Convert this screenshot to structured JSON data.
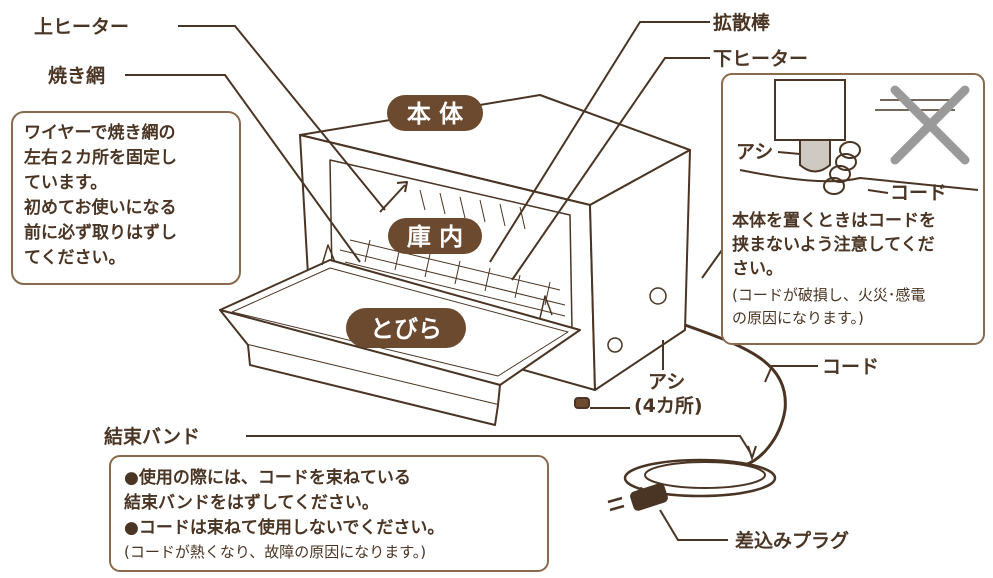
{
  "labels": {
    "upper_heater": "上ヒーター",
    "grill_rack": "焼き網",
    "diffuser_rod": "拡散棒",
    "lower_heater": "下ヒーター",
    "main_body": "本 体",
    "interior": "庫 内",
    "door": "とびら",
    "foot_inset": "アシ",
    "cord_inset": "コード",
    "cord": "コード",
    "foot": "アシ",
    "foot_count": "(4カ所)",
    "cable_tie": "結束バンド",
    "plug": "差込みプラグ"
  },
  "notes": {
    "wire_note": [
      "ワイヤーで焼き網の",
      "左右２カ所を固定し",
      "ています。",
      "初めてお使いになる",
      "前に必ず取りはずし",
      "てください。"
    ],
    "placement_note": [
      "本体を置くときはコードを",
      "挟まないよう注意してくだ",
      "さい。"
    ],
    "placement_sub": [
      "(コードが破損し、火災･感電",
      "の原因になります。)"
    ],
    "tie_note": [
      {
        "text": "●使用の際には、コードを束ねている",
        "bold": true
      },
      {
        "text": "  結束バンドをはずしてください。",
        "bold": true
      },
      {
        "text": "●コードは束ねて使用しないでください。",
        "bold": true
      },
      {
        "text": "  (コードが熱くなり、故障の原因になります。)",
        "bold": false
      }
    ]
  },
  "colors": {
    "ink": "#4a3524",
    "pill_fill": "#6b4a30",
    "box_border": "#8a6a4c",
    "cross": "#9a9a9a",
    "inset_bg": "#e9e6e3"
  }
}
